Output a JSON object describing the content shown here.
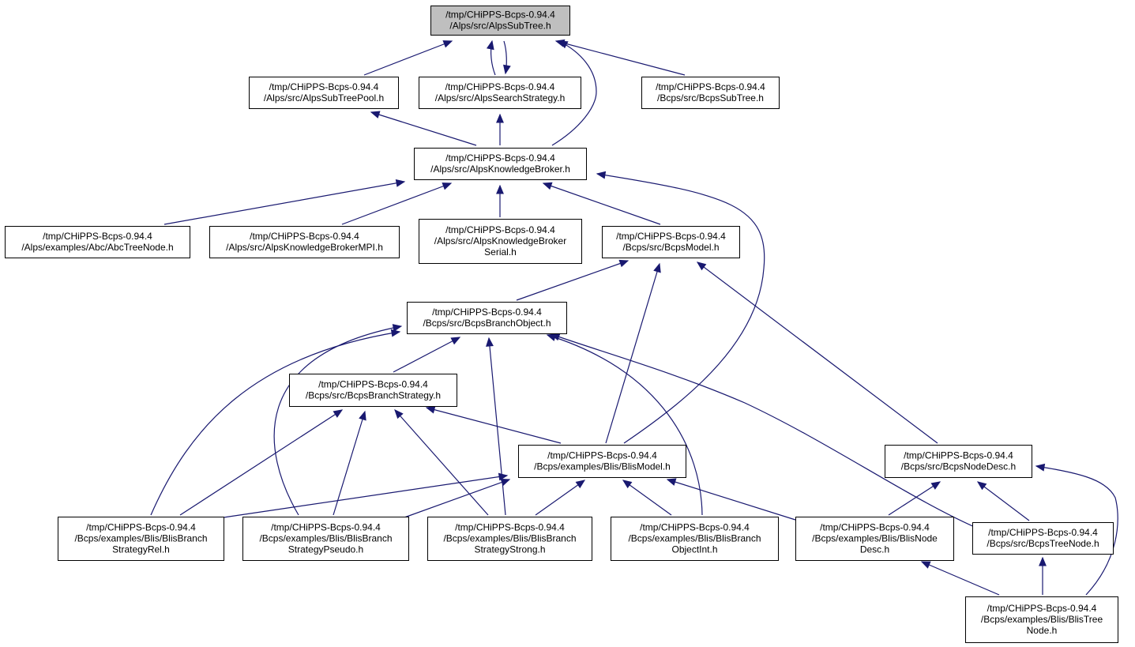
{
  "diagram": {
    "type": "include-dependency-graph",
    "edge_color": "#191970",
    "root_fill": "#bfbfbf",
    "nodes": [
      {
        "id": "n0",
        "lines": [
          "/tmp/CHiPPS-Bcps-0.94.4",
          "/Alps/src/AlpsSubTree.h"
        ],
        "root": true
      },
      {
        "id": "n1",
        "lines": [
          "/tmp/CHiPPS-Bcps-0.94.4",
          "/Alps/src/AlpsSubTreePool.h"
        ]
      },
      {
        "id": "n2",
        "lines": [
          "/tmp/CHiPPS-Bcps-0.94.4",
          "/Alps/src/AlpsSearchStrategy.h"
        ]
      },
      {
        "id": "n3",
        "lines": [
          "/tmp/CHiPPS-Bcps-0.94.4",
          "/Bcps/src/BcpsSubTree.h"
        ]
      },
      {
        "id": "n4",
        "lines": [
          "/tmp/CHiPPS-Bcps-0.94.4",
          "/Alps/src/AlpsKnowledgeBroker.h"
        ]
      },
      {
        "id": "n5",
        "lines": [
          "/tmp/CHiPPS-Bcps-0.94.4",
          "/Alps/examples/Abc/AbcTreeNode.h"
        ]
      },
      {
        "id": "n6",
        "lines": [
          "/tmp/CHiPPS-Bcps-0.94.4",
          "/Alps/src/AlpsKnowledgeBrokerMPI.h"
        ]
      },
      {
        "id": "n7",
        "lines": [
          "/tmp/CHiPPS-Bcps-0.94.4",
          "/Alps/src/AlpsKnowledgeBroker",
          "Serial.h"
        ]
      },
      {
        "id": "n8",
        "lines": [
          "/tmp/CHiPPS-Bcps-0.94.4",
          "/Bcps/src/BcpsModel.h"
        ]
      },
      {
        "id": "n9",
        "lines": [
          "/tmp/CHiPPS-Bcps-0.94.4",
          "/Bcps/src/BcpsBranchObject.h"
        ]
      },
      {
        "id": "n10",
        "lines": [
          "/tmp/CHiPPS-Bcps-0.94.4",
          "/Bcps/src/BcpsBranchStrategy.h"
        ]
      },
      {
        "id": "n11",
        "lines": [
          "/tmp/CHiPPS-Bcps-0.94.4",
          "/Bcps/examples/Blis/BlisModel.h"
        ]
      },
      {
        "id": "n12",
        "lines": [
          "/tmp/CHiPPS-Bcps-0.94.4",
          "/Bcps/src/BcpsNodeDesc.h"
        ]
      },
      {
        "id": "n13",
        "lines": [
          "/tmp/CHiPPS-Bcps-0.94.4",
          "/Bcps/examples/Blis/BlisBranch",
          "StrategyRel.h"
        ]
      },
      {
        "id": "n14",
        "lines": [
          "/tmp/CHiPPS-Bcps-0.94.4",
          "/Bcps/examples/Blis/BlisBranch",
          "StrategyPseudo.h"
        ]
      },
      {
        "id": "n15",
        "lines": [
          "/tmp/CHiPPS-Bcps-0.94.4",
          "/Bcps/examples/Blis/BlisBranch",
          "StrategyStrong.h"
        ]
      },
      {
        "id": "n16",
        "lines": [
          "/tmp/CHiPPS-Bcps-0.94.4",
          "/Bcps/examples/Blis/BlisBranch",
          "ObjectInt.h"
        ]
      },
      {
        "id": "n17",
        "lines": [
          "/tmp/CHiPPS-Bcps-0.94.4",
          "/Bcps/examples/Blis/BlisNode",
          "Desc.h"
        ]
      },
      {
        "id": "n18",
        "lines": [
          "/tmp/CHiPPS-Bcps-0.94.4",
          "/Bcps/src/BcpsTreeNode.h"
        ]
      },
      {
        "id": "n19",
        "lines": [
          "/tmp/CHiPPS-Bcps-0.94.4",
          "/Bcps/examples/Blis/BlisTree",
          "Node.h"
        ]
      }
    ],
    "edges": [
      {
        "from": "n1",
        "to": "n0"
      },
      {
        "from": "n2",
        "to": "n0"
      },
      {
        "from": "n0",
        "to": "n2"
      },
      {
        "from": "n3",
        "to": "n0"
      },
      {
        "from": "n4",
        "to": "n0"
      },
      {
        "from": "n4",
        "to": "n1"
      },
      {
        "from": "n4",
        "to": "n2"
      },
      {
        "from": "n5",
        "to": "n4"
      },
      {
        "from": "n6",
        "to": "n4"
      },
      {
        "from": "n7",
        "to": "n4"
      },
      {
        "from": "n8",
        "to": "n4"
      },
      {
        "from": "n11",
        "to": "n4"
      },
      {
        "from": "n9",
        "to": "n8"
      },
      {
        "from": "n11",
        "to": "n8"
      },
      {
        "from": "n12",
        "to": "n8"
      },
      {
        "from": "n10",
        "to": "n9"
      },
      {
        "from": "n13",
        "to": "n9"
      },
      {
        "from": "n14",
        "to": "n9"
      },
      {
        "from": "n15",
        "to": "n9"
      },
      {
        "from": "n16",
        "to": "n9"
      },
      {
        "from": "n18",
        "to": "n9"
      },
      {
        "from": "n13",
        "to": "n10"
      },
      {
        "from": "n14",
        "to": "n10"
      },
      {
        "from": "n15",
        "to": "n10"
      },
      {
        "from": "n11",
        "to": "n10"
      },
      {
        "from": "n13",
        "to": "n11"
      },
      {
        "from": "n14",
        "to": "n11"
      },
      {
        "from": "n15",
        "to": "n11"
      },
      {
        "from": "n16",
        "to": "n11"
      },
      {
        "from": "n17",
        "to": "n11"
      },
      {
        "from": "n17",
        "to": "n12"
      },
      {
        "from": "n18",
        "to": "n12"
      },
      {
        "from": "n19",
        "to": "n12"
      },
      {
        "from": "n19",
        "to": "n17"
      },
      {
        "from": "n19",
        "to": "n18"
      }
    ]
  }
}
